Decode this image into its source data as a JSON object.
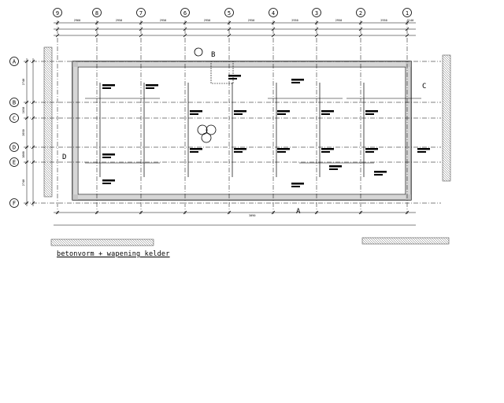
{
  "drawing": {
    "title": "betonvorm + wapening kelder",
    "grid_columns": [
      "9",
      "8",
      "7",
      "6",
      "5",
      "4",
      "3",
      "2",
      "1"
    ],
    "grid_rows": [
      "A",
      "B",
      "C",
      "D",
      "E",
      "F"
    ],
    "column_spacings_top": [
      "2960",
      "2950",
      "2950",
      "2950",
      "2950",
      "2950",
      "2950",
      "2950",
      "3140"
    ],
    "row_spacings_left": [
      "2740",
      "1650",
      "2050",
      "1000",
      "2740"
    ],
    "section_markers": [
      "B",
      "C",
      "A"
    ],
    "label_d": "D",
    "dimension_value": "3090",
    "line_color": "#000000",
    "hatch_color": "#333333"
  }
}
